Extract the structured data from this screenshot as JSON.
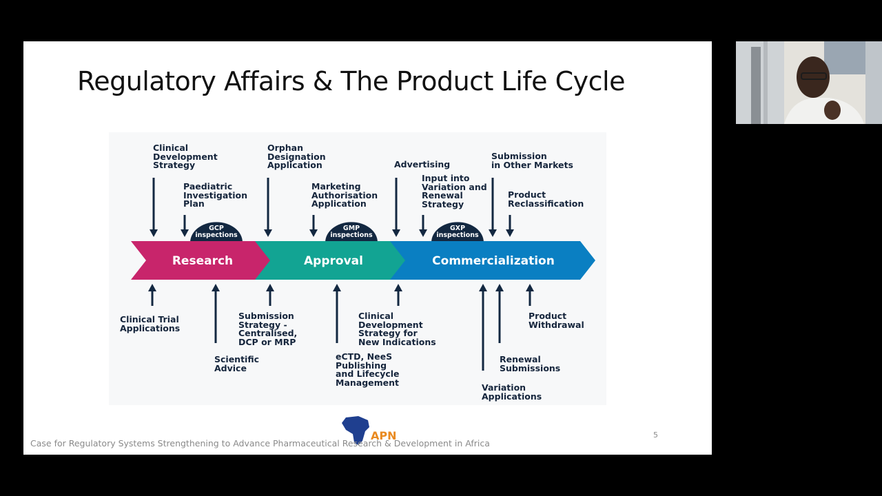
{
  "slide": {
    "title": "Regulatory Affairs & The Product Life Cycle",
    "footer": "Case for Regulatory Systems Strengthening to Advance Pharmaceutical Research & Development in Africa",
    "page_number": "5",
    "logo_text": "APN"
  },
  "diagram": {
    "stages": [
      {
        "label": "Research",
        "color": "#c8256b"
      },
      {
        "label": "Approval",
        "color": "#12a493"
      },
      {
        "label": "Commercialization",
        "color": "#0a7fc2"
      }
    ],
    "inspections": [
      {
        "label": "GCP\ninspections"
      },
      {
        "label": "GMP\ninspections"
      },
      {
        "label": "GXP\ninspections"
      }
    ],
    "top_labels": [
      {
        "text": "Clinical\nDevelopment\nStrategy"
      },
      {
        "text": "Paediatric\nInvestigation\nPlan"
      },
      {
        "text": "Orphan\nDesignation\nApplication"
      },
      {
        "text": "Marketing\nAuthorisation\nApplication"
      },
      {
        "text": "Advertising"
      },
      {
        "text": "Input into\nVariation and\nRenewal\nStrategy"
      },
      {
        "text": "Submission\nin Other Markets"
      },
      {
        "text": "Product\nReclassification"
      }
    ],
    "bottom_labels": [
      {
        "text": "Clinical Trial\nApplications"
      },
      {
        "text": "Scientific\nAdvice"
      },
      {
        "text": "Submission\nStrategy -\nCentralised,\nDCP or MRP"
      },
      {
        "text": "eCTD, NeeS\nPublishing\nand Lifecycle\nManagement"
      },
      {
        "text": "Clinical\nDevelopment\nStrategy for\nNew Indications"
      },
      {
        "text": "Variation\nApplications"
      },
      {
        "text": "Renewal\nSubmissions"
      },
      {
        "text": "Product\nWithdrawal"
      }
    ],
    "colors": {
      "arrow": "#132841",
      "label": "#15253c",
      "dome": "#132841"
    }
  }
}
